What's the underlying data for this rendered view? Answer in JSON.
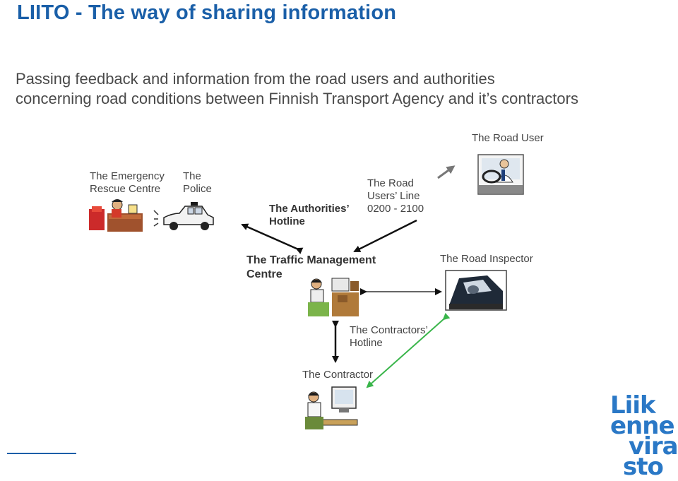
{
  "header": {
    "title": "LIITO - The way of sharing information",
    "subtitle_line1": "Passing feedback and information from the road users and authorities",
    "subtitle_line2": "concerning road conditions between Finnish Transport Agency and it’s contractors"
  },
  "nodes": {
    "road_user": "The Road User",
    "emergency_line1": "The Emergency",
    "emergency_line2": "Rescue Centre",
    "police_line1": "The",
    "police_line2": "Police",
    "authorities_line1": "The Authorities’",
    "authorities_line2": "Hotline",
    "road_users_line_line1": "The Road",
    "road_users_line_line2": "Users’ Line",
    "road_users_line_line3": "0200 - 2100",
    "traffic_line1": "The Traffic Management",
    "traffic_line2": "Centre",
    "road_inspector": "The Road Inspector",
    "contractors_hotline_line1": "The Contractors’",
    "contractors_hotline_line2": "Hotline",
    "contractor": "The Contractor"
  },
  "logo": {
    "line1": "Liik",
    "line2": "enne",
    "line3": "vira",
    "line4": "sto",
    "color": "#2a78c6"
  },
  "colors": {
    "title": "#1a5fa8",
    "arrow_dark": "#111111",
    "arrow_grey": "#777777",
    "arrow_green": "#39b54a"
  }
}
